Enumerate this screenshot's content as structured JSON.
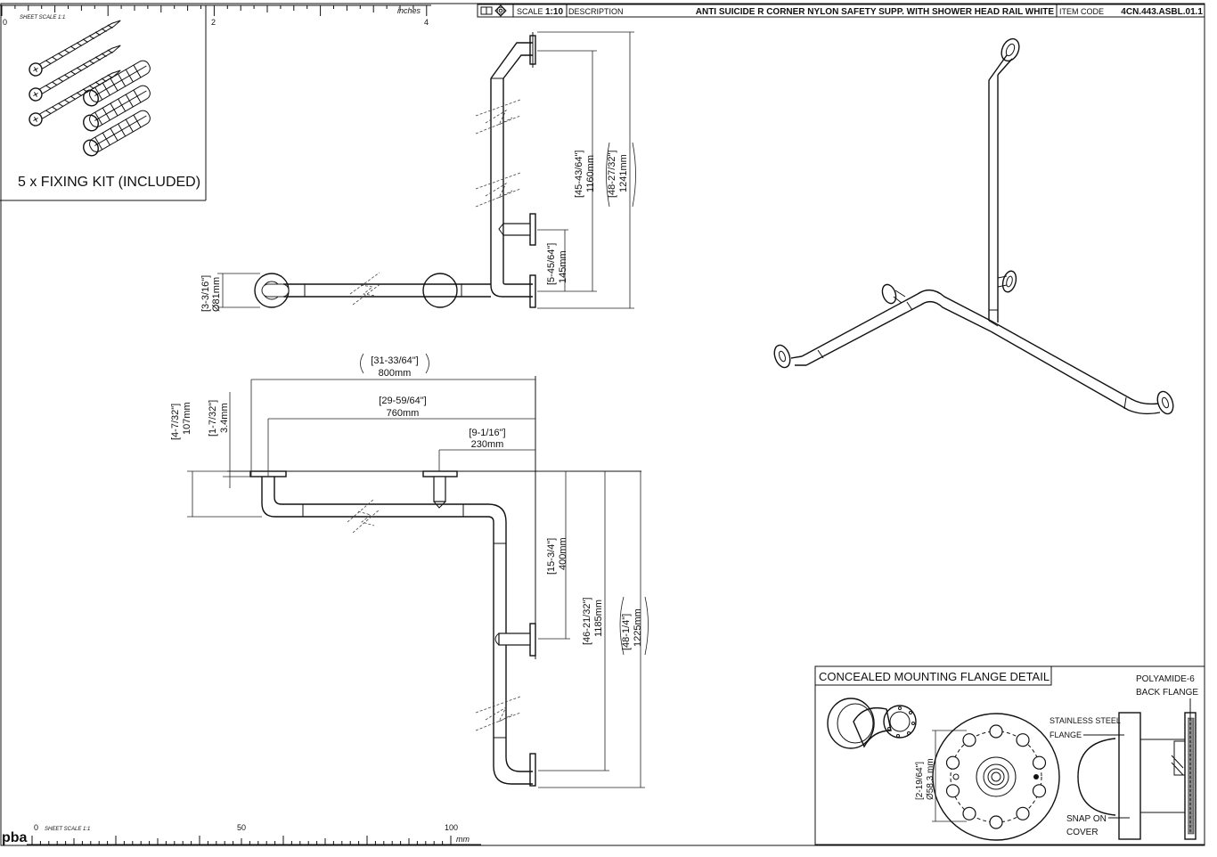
{
  "title_block": {
    "scale_label": "SCALE",
    "scale_value": "1:10",
    "description_label": "DESCRIPTION",
    "description": "ANTI SUICIDE R CORNER NYLON SAFETY SUPP. WITH SHOWER HEAD RAIL WHITE",
    "item_code_label": "ITEM CODE",
    "item_code": "4CN.443.ASBL.01.1"
  },
  "inch_ruler": {
    "unit": "inches",
    "sheet_scale": "SHEET SCALE 1:1",
    "ticks": [
      "0",
      "2",
      "4"
    ]
  },
  "mm_ruler": {
    "unit": "mm",
    "sheet_scale": "SHEET SCALE 1:1",
    "ticks": [
      "0",
      "50",
      "100"
    ]
  },
  "logo": "pba",
  "fixing_kit": {
    "label": "5 x FIXING KIT (INCLUDED)"
  },
  "front_view": {
    "dims": {
      "height_total": {
        "imperial": "[48-27/32\"]",
        "metric": "1241mm"
      },
      "height_upper": {
        "imperial": "[45-43/64\"]",
        "metric": "1160mm"
      },
      "height_lower": {
        "imperial": "[5-45/64\"]",
        "metric": "145mm"
      },
      "flange_dia": {
        "imperial": "[3-3/16\"]",
        "metric": "Ø81mm"
      }
    }
  },
  "plan_view": {
    "dims": {
      "width_total": {
        "imperial": "[31-33/64\"]",
        "metric": "800mm"
      },
      "width_inner": {
        "imperial": "[29-59/64\"]",
        "metric": "760mm"
      },
      "riser_offset": {
        "imperial": "[9-1/16\"]",
        "metric": "230mm"
      },
      "projection": {
        "imperial": "[4-7/32\"]",
        "metric": "107mm"
      },
      "flange_thk": {
        "imperial": "[1-7/32\"]",
        "metric": "3.4mm"
      },
      "depth_400": {
        "imperial": "[15-3/4\"]",
        "metric": "400mm"
      },
      "depth_1185": {
        "imperial": "[46-21/32\"]",
        "metric": "1185mm"
      },
      "depth_1225": {
        "imperial": "[48-1/4\"]",
        "metric": "1225mm"
      }
    }
  },
  "flange_detail": {
    "title": "CONCEALED MOUNTING FLANGE DETAIL",
    "dia_imperial": "[2-19/64\"]",
    "dia_metric": "Ø58.3 mm",
    "callout_back_1": "POLYAMIDE-6",
    "callout_back_2": "BACK FLANGE",
    "callout_steel_1": "STAINLESS STEEL",
    "callout_steel_2": "FLANGE",
    "callout_cover_1": "SNAP ON",
    "callout_cover_2": "COVER"
  },
  "colors": {
    "line": "#111111",
    "pipe_fill": "#ffffff",
    "background": "#ffffff"
  }
}
